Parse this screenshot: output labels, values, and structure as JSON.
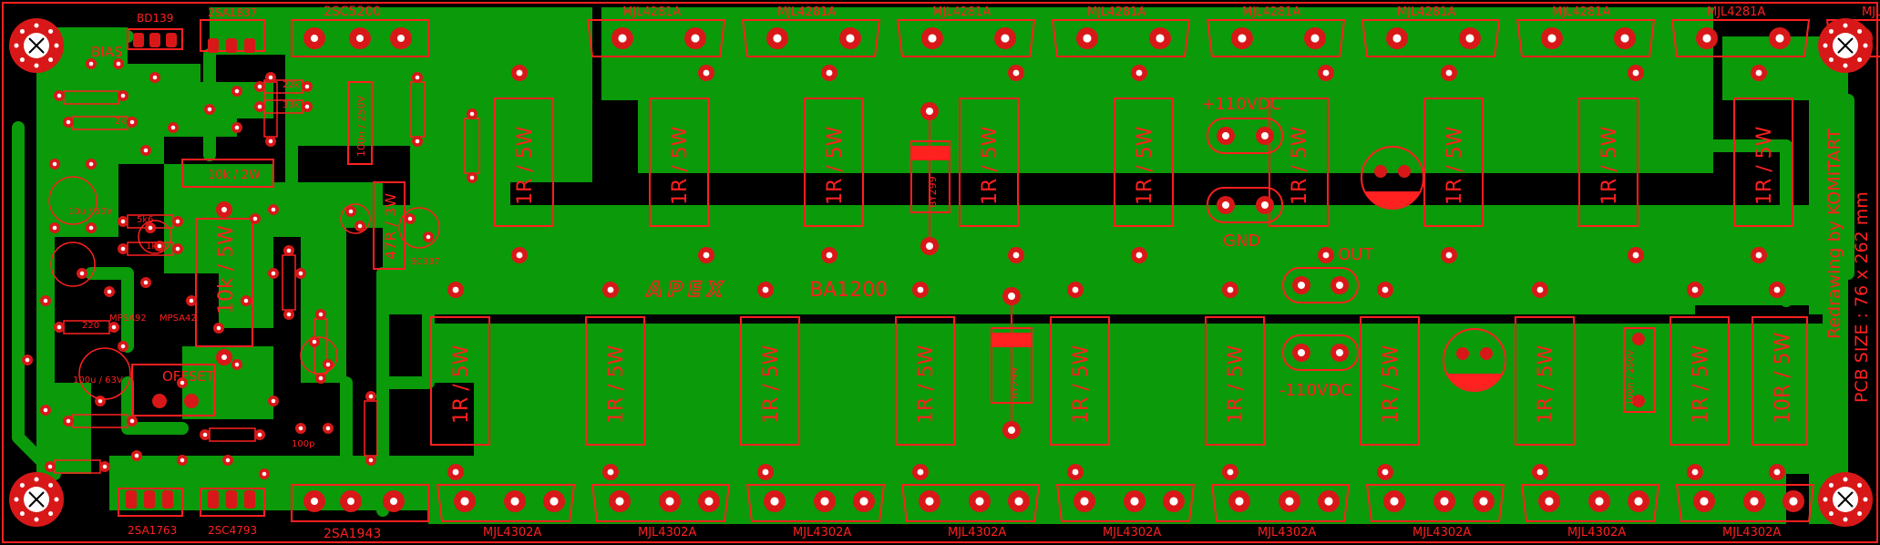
{
  "colors": {
    "background": "#000000",
    "copper": "#0a9a0a",
    "silk": "#ff2020",
    "pad": "#d81818",
    "hole": "#ffffff"
  },
  "top_transistors": {
    "part": "MJL4281A",
    "count": 10
  },
  "bottom_transistors": {
    "part": "MJL4302A",
    "count": 9
  },
  "driver_top": "2SC5200",
  "driver_bottom": "2SA1943",
  "small_top_a": "BD139",
  "small_top_b": "2SA1837",
  "small_bottom_a": "2SA1763",
  "small_bottom_b": "2SC4793",
  "emitter_resistor": "1R / 5W",
  "emitter_resistor_alt": "10R / 5W",
  "large_resistor": "10k / 5W",
  "resistor_47r": "47R / 3W",
  "resistor_10k_2w": "10k / 2W",
  "cap_label": "100n / 250V",
  "diode_label": "BY299",
  "labels": {
    "plus_supply": "+110VDC",
    "minus_supply": "-110VDC",
    "ground": "GND",
    "output": "OUT",
    "brand": "APEX",
    "model": "BA1200",
    "offset": "OFFSET",
    "bias": "BIAS",
    "credit": "Redrawing by KOMITART",
    "pcb_size": "PCB SIZE : 76 x 262 mm"
  },
  "small_parts": {
    "transistor_a": "MPSA92",
    "transistor_b": "MPSA42",
    "transistor_c": "BC337",
    "elco_a": "100u / 63V",
    "elco_b": "10u / 50V",
    "cap_100p": "100p",
    "res_5k6": "5k6",
    "res_22k": "22k",
    "res_1k": "1k",
    "res_2k2": "2k2",
    "res_33k": "33k",
    "res_220": "220"
  }
}
